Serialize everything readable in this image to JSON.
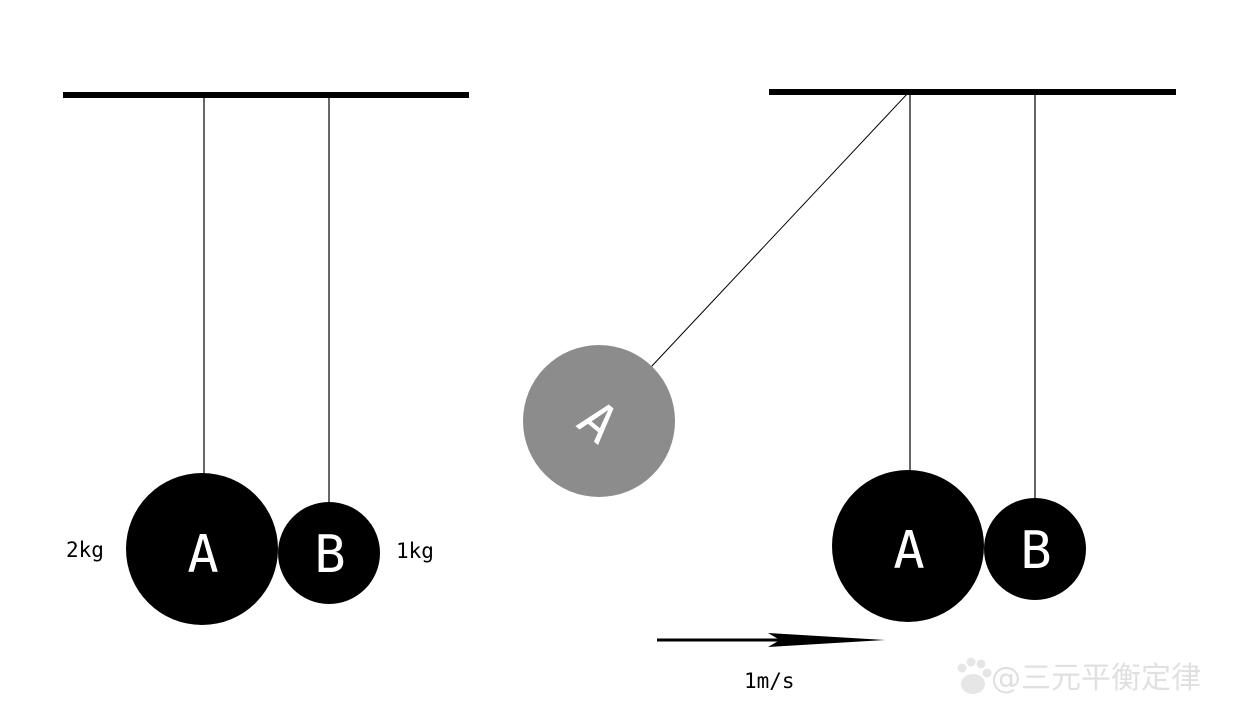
{
  "colors": {
    "ball": "#000000",
    "ball_ghost": "#8c8c8c",
    "letter": "#ffffff",
    "line": "#000000",
    "watermark": "#e0e0e0"
  },
  "left_setup": {
    "ball_a": {
      "label": "A",
      "mass": "2kg"
    },
    "ball_b": {
      "label": "B",
      "mass": "1kg"
    }
  },
  "right_setup": {
    "ghost_ball_a": {
      "label": "A"
    },
    "ball_a": {
      "label": "A"
    },
    "ball_b": {
      "label": "B"
    },
    "velocity": {
      "label": "1m/s",
      "direction": "right"
    }
  },
  "watermark": {
    "icon": "paw-logo-icon",
    "text": "@三元平衡定律"
  }
}
